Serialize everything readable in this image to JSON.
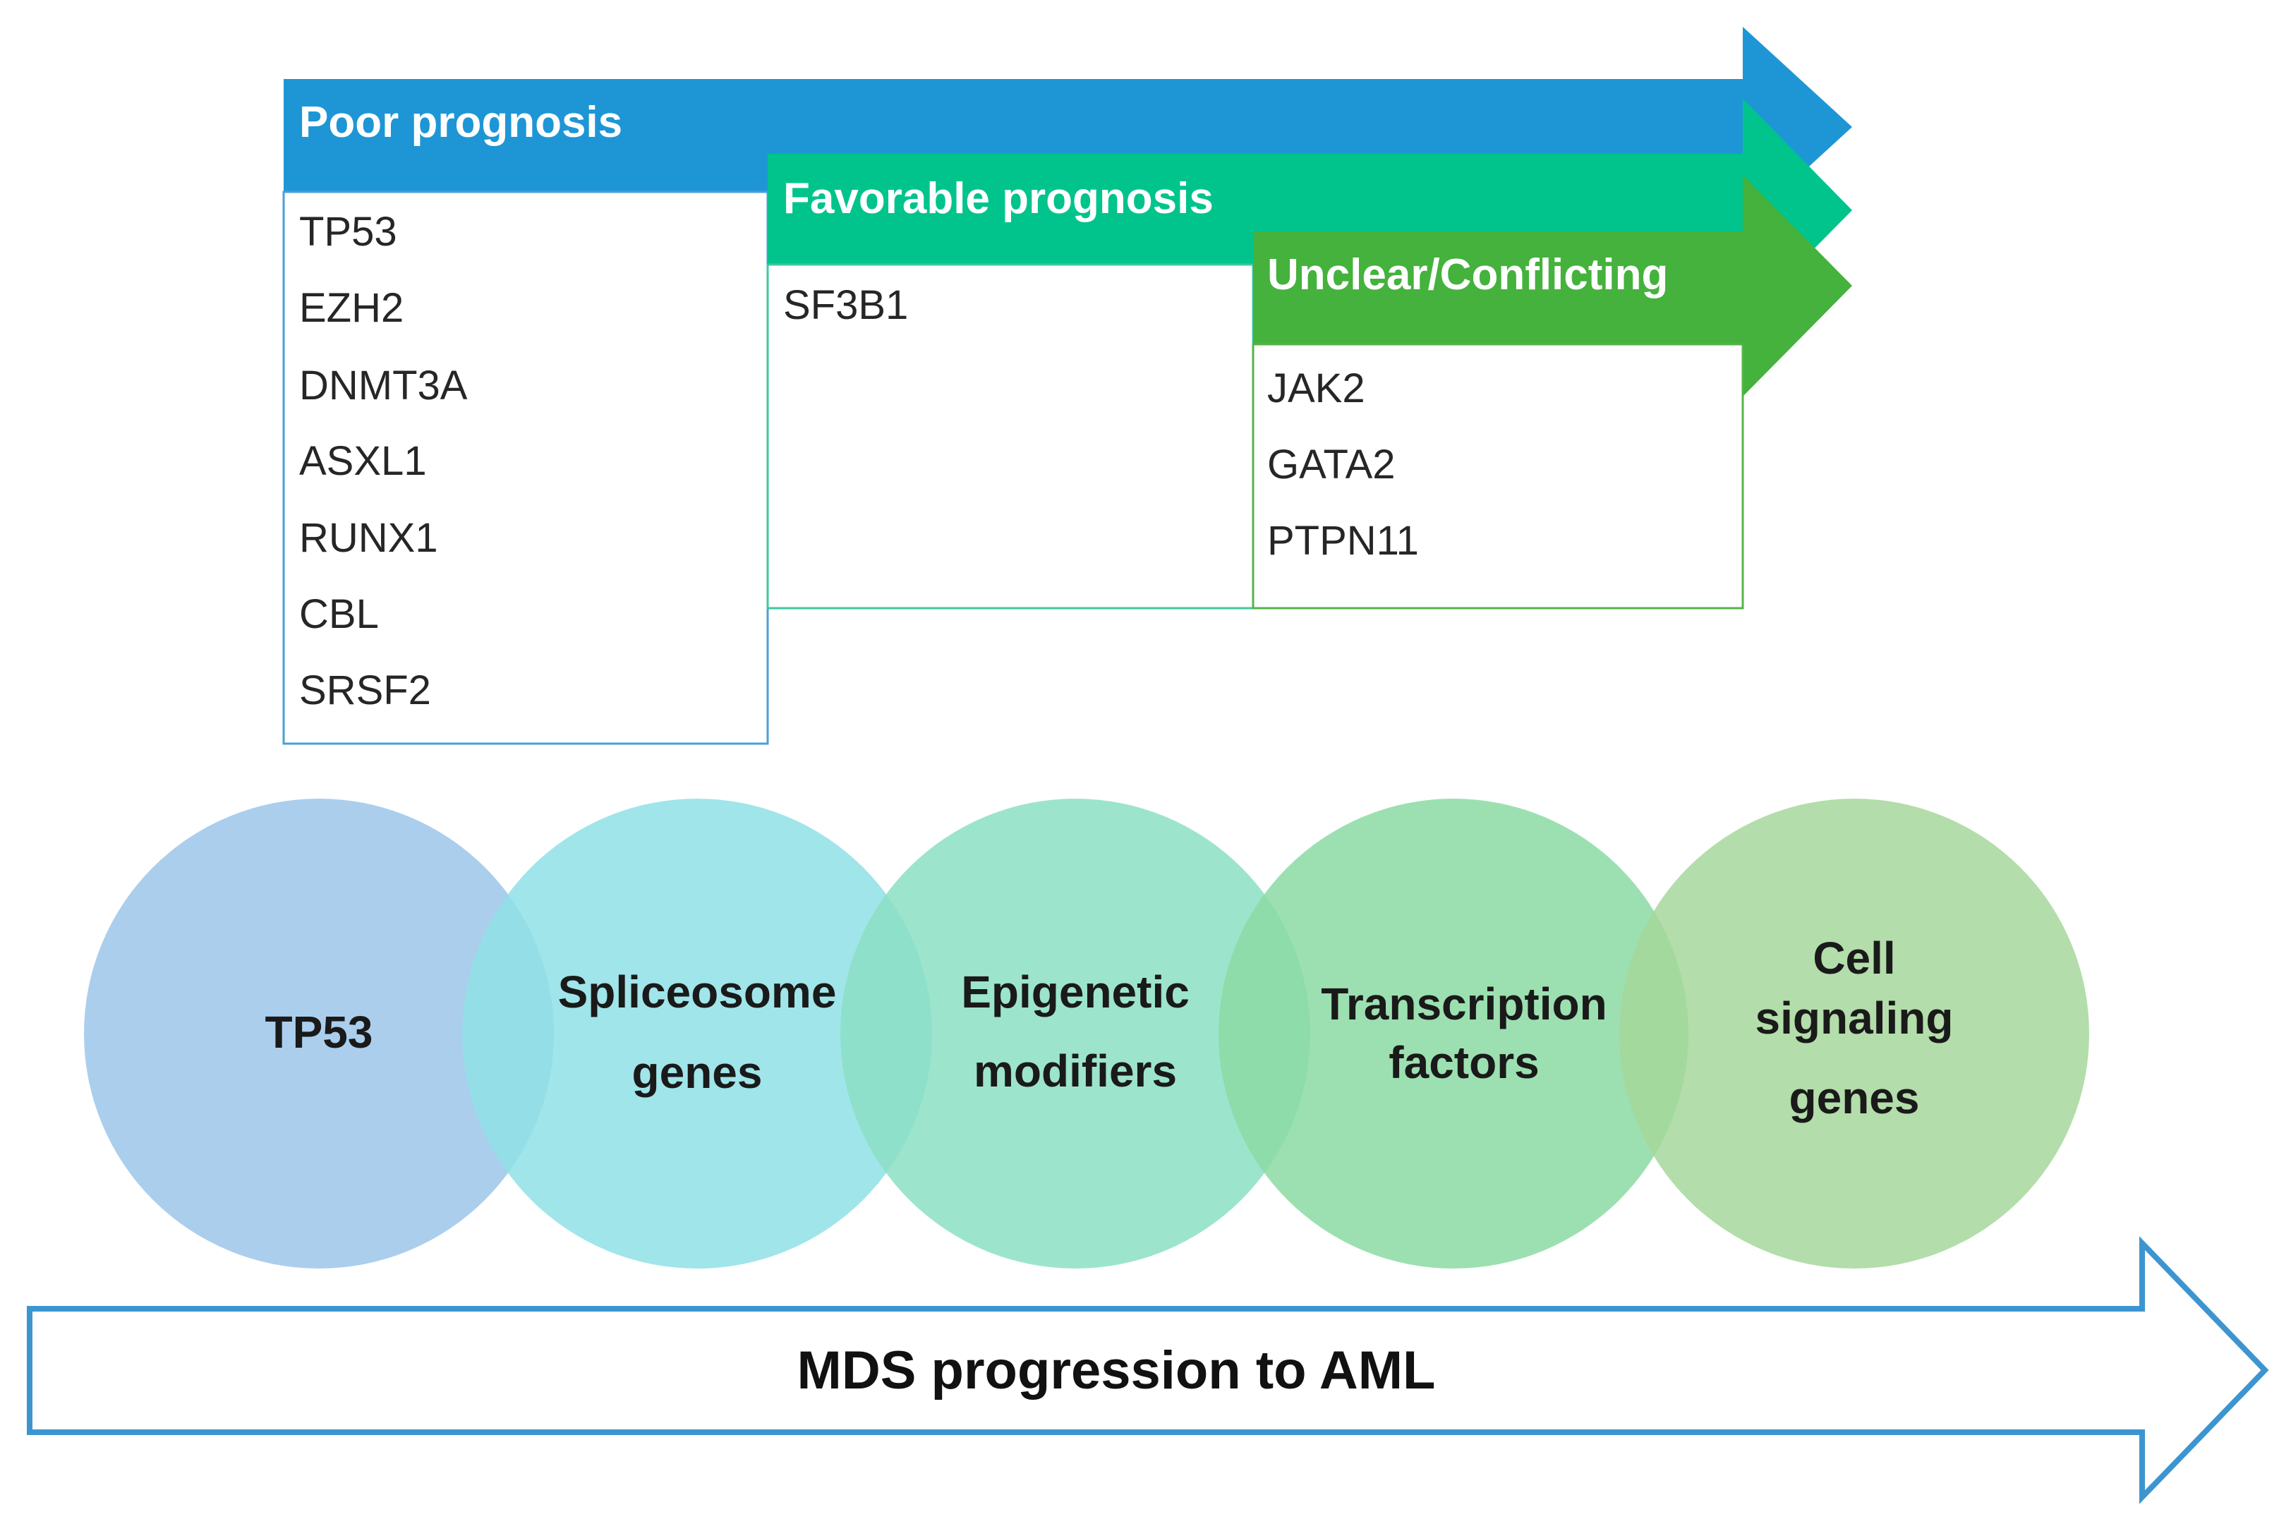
{
  "colors": {
    "poor": "#1e96d6",
    "favorable": "#00c48c",
    "unclear": "#44b23c",
    "progression_outline": "#3d95d0"
  },
  "panels": {
    "poor": {
      "title": "Poor prognosis",
      "genes": [
        "TP53",
        "EZH2",
        "DNMT3A",
        "ASXL1",
        "RUNX1",
        "CBL",
        "SRSF2"
      ]
    },
    "favorable": {
      "title": "Favorable prognosis",
      "genes": [
        "SF3B1"
      ]
    },
    "unclear": {
      "title": "Unclear/Conflicting",
      "genes": [
        "JAK2",
        "GATA2",
        "PTPN11"
      ]
    }
  },
  "circles": [
    {
      "lines": [
        "TP53"
      ],
      "color": "#9cc6ea"
    },
    {
      "lines": [
        "Spliceosome",
        "genes"
      ],
      "color": "#8fe0e6"
    },
    {
      "lines": [
        "Epigenetic",
        "modifiers"
      ],
      "color": "#8cdfc4"
    },
    {
      "lines": [
        "Transcription",
        "factors"
      ],
      "color": "#8bdba3"
    },
    {
      "lines": [
        "Cell",
        "signaling",
        "genes"
      ],
      "color": "#a6d79b"
    }
  ],
  "progression": {
    "label": "MDS progression to AML"
  }
}
